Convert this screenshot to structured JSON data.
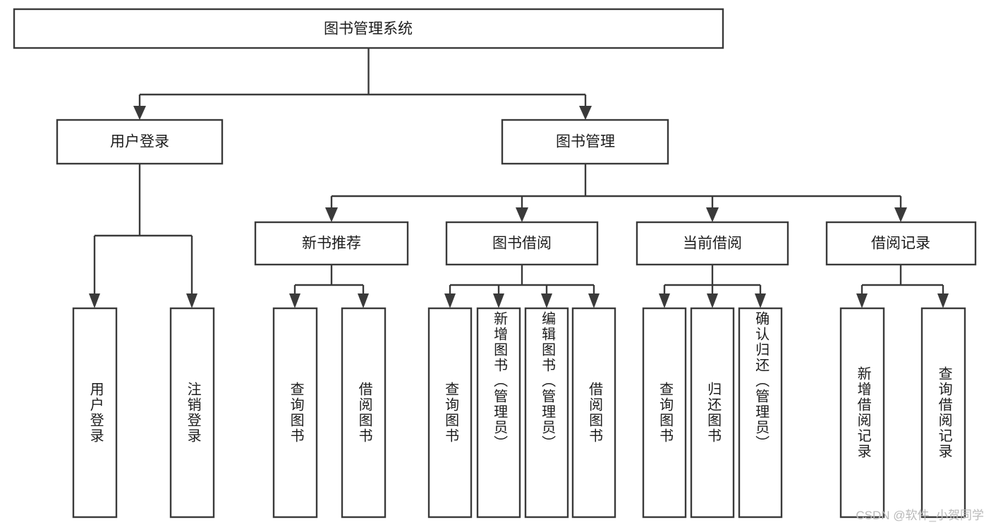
{
  "diagram": {
    "type": "tree-hierarchy-chart",
    "title": "图书管理系统",
    "watermark": "CSDN @软件_小贺同学",
    "levels": {
      "level1": [
        {
          "id": "root",
          "label": "图书管理系统",
          "orientation": "horizontal"
        }
      ],
      "level2": [
        {
          "id": "user-login",
          "label": "用户登录",
          "orientation": "horizontal",
          "parent": "root"
        },
        {
          "id": "book-manage",
          "label": "图书管理",
          "orientation": "horizontal",
          "parent": "root"
        }
      ],
      "level3": [
        {
          "id": "new-book-rec",
          "label": "新书推荐",
          "orientation": "horizontal",
          "parent": "book-manage"
        },
        {
          "id": "book-borrow",
          "label": "图书借阅",
          "orientation": "horizontal",
          "parent": "book-manage"
        },
        {
          "id": "current-borrow",
          "label": "当前借阅",
          "orientation": "horizontal",
          "parent": "book-manage"
        },
        {
          "id": "borrow-record",
          "label": "借阅记录",
          "orientation": "horizontal",
          "parent": "book-manage"
        }
      ],
      "level4": [
        {
          "id": "leaf-user-login",
          "label": "用户登录",
          "orientation": "vertical",
          "parent": "user-login"
        },
        {
          "id": "leaf-user-logout",
          "label": "注销登录",
          "orientation": "vertical",
          "parent": "user-login"
        },
        {
          "id": "leaf-query-book-1",
          "label": "查询图书",
          "orientation": "vertical",
          "parent": "new-book-rec"
        },
        {
          "id": "leaf-borrow-book-1",
          "label": "借阅图书",
          "orientation": "vertical",
          "parent": "new-book-rec"
        },
        {
          "id": "leaf-query-book-2",
          "label": "查询图书",
          "orientation": "vertical",
          "parent": "book-borrow"
        },
        {
          "id": "leaf-add-book",
          "label": "新增图书（管理员）",
          "orientation": "vertical",
          "parent": "book-borrow"
        },
        {
          "id": "leaf-edit-book",
          "label": "编辑图书（管理员）",
          "orientation": "vertical",
          "parent": "book-borrow"
        },
        {
          "id": "leaf-borrow-book-2",
          "label": "借阅图书",
          "orientation": "vertical",
          "parent": "book-borrow"
        },
        {
          "id": "leaf-query-book-3",
          "label": "查询图书",
          "orientation": "vertical",
          "parent": "current-borrow"
        },
        {
          "id": "leaf-return-book",
          "label": "归还图书",
          "orientation": "vertical",
          "parent": "current-borrow"
        },
        {
          "id": "leaf-confirm-return",
          "label": "确认归还（管理员）",
          "orientation": "vertical",
          "parent": "current-borrow"
        },
        {
          "id": "leaf-add-record",
          "label": "新增借阅记录",
          "orientation": "vertical",
          "parent": "borrow-record"
        },
        {
          "id": "leaf-query-record",
          "label": "查询借阅记录",
          "orientation": "vertical",
          "parent": "borrow-record"
        }
      ]
    },
    "colors": {
      "stroke": "#3a3a3a",
      "fill": "#ffffff",
      "text": "#1c1c1c",
      "watermark": "#b9b9b9"
    }
  }
}
